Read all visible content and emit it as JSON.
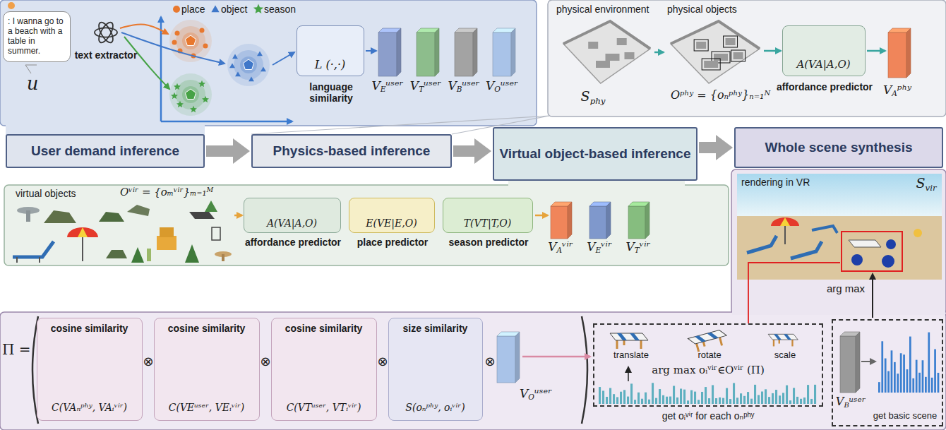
{
  "diagram": {
    "nodes": [
      {
        "text": [
          ": I wanna go to a beach with a table in summer."
        ]
      },
      {
        "text": [
          "L (·,·)",
          "language similarity"
        ]
      },
      {
        "text": [
          "A(VA|A,O)",
          "affordance predictor"
        ]
      },
      {
        "text": [
          "User demand inference"
        ]
      },
      {
        "text": [
          "Physics-based inference"
        ]
      },
      {
        "text": [
          "Virtual object-based inference"
        ]
      },
      {
        "text": [
          "Whole scene synthesis"
        ]
      },
      {
        "text": [
          "A(VA|A,O)",
          "affordance predictor"
        ]
      },
      {
        "text": [
          "E(VE|E,O)",
          "place predictor"
        ]
      },
      {
        "text": [
          "T(VT|T,O)",
          "season predictor"
        ]
      },
      {
        "text": [
          "cosine similarity",
          "C(VAₙᵖʰʸ, VAᵢᵛⁱʳ)"
        ]
      },
      {
        "text": [
          "cosine similarity",
          "C(VEᵘˢᵉʳ, VEᵢᵛⁱʳ)"
        ]
      },
      {
        "text": [
          "cosine similarity",
          "C(VTᵘˢᵉʳ, VTᵢᵛⁱʳ)"
        ]
      },
      {
        "text": [
          "size similarity",
          "S(oₙᵖʰʸ, oᵢᵛⁱʳ)"
        ]
      },
      {
        "text": [
          "translate",
          "rotate",
          "scale",
          "arg max oᵢᵛⁱʳ∈Oᵛⁱʳ (Π)"
        ]
      },
      {
        "text": [
          "get basic scene"
        ]
      }
    ],
    "edges": [
      {
        "from": 3,
        "to": 4,
        "arrow": "to"
      },
      {
        "from": 4,
        "to": 5,
        "arrow": "to"
      },
      {
        "from": 5,
        "to": 6,
        "arrow": "to"
      }
    ],
    "labels": [
      "u",
      "text extractor",
      "VEᵘˢᵉʳ",
      "VTᵘˢᵉʳ",
      "VBᵘˢᵉʳ",
      "VOᵘˢᵉʳ",
      "physical environment",
      "physical objects",
      "Sphy",
      "Oᵖʰʸ = {oₙᵖʰʸ}ₙ₌₁ᴺ",
      "VAᵖʰʸ",
      "virtual objects",
      "Oᵛⁱʳ = {oₘᵛⁱʳ}ₘ₌₁ᴹ",
      "VAᵛⁱʳ",
      "VEᵛⁱʳ",
      "VTᵛⁱʳ",
      "rendering in VR",
      "Svir",
      "Π =",
      "⊗",
      "⊗",
      "⊗",
      "⊗",
      "VOᵘˢᵉʳ",
      "get oᵢᵛⁱʳ for each oₙᵖʰʸ",
      "arg max",
      "VBᵘˢᵉʳ"
    ],
    "legend": [
      {
        "text": "place"
      },
      {
        "text": "object"
      },
      {
        "text": "season"
      }
    ]
  }
}
